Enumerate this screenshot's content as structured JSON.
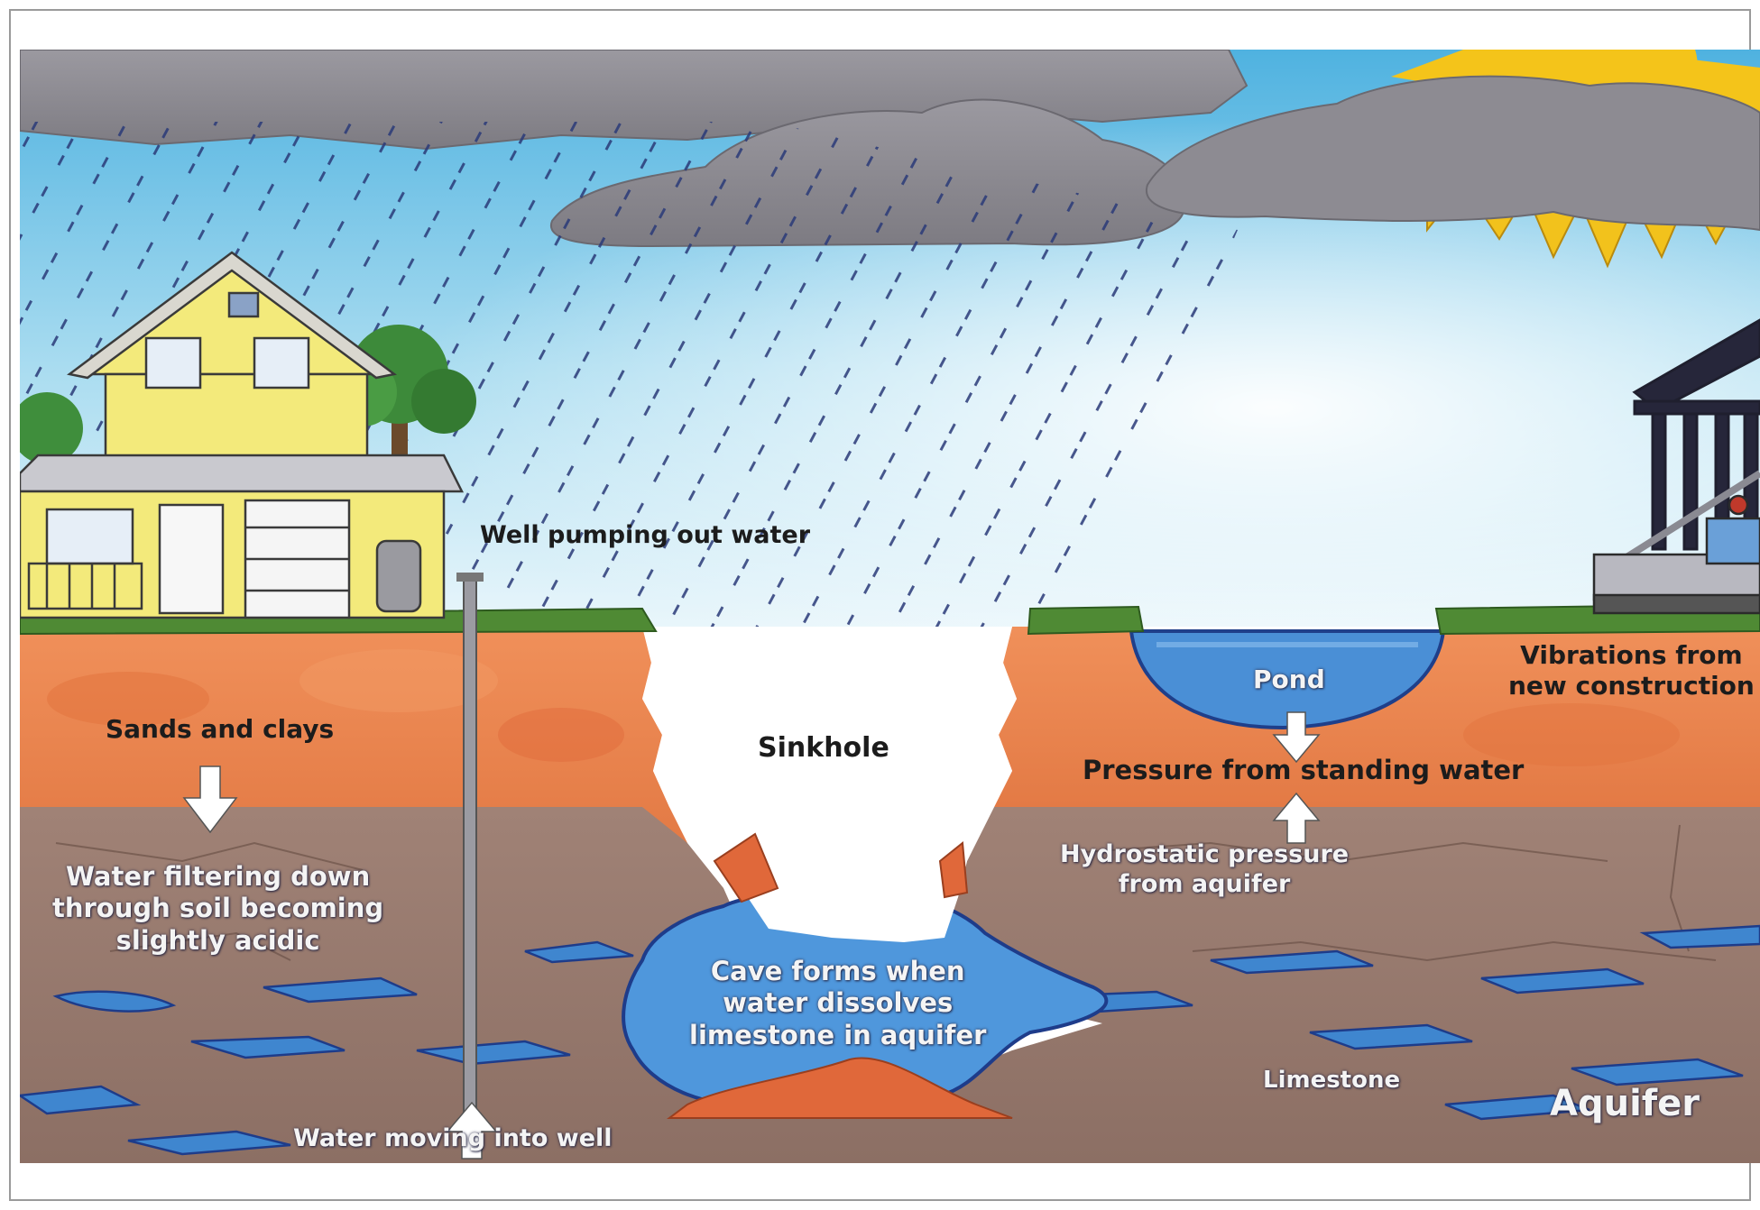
{
  "diagram": {
    "labels": {
      "well_pumping": "Well pumping out water",
      "sands_clays": "Sands and clays",
      "sinkhole": "Sinkhole",
      "pond": "Pond",
      "vibrations_line1": "Vibrations from",
      "vibrations_line2": "new construction",
      "pressure_standing": "Pressure from standing water",
      "hydrostatic_line1": "Hydrostatic pressure",
      "hydrostatic_line2": "from aquifer",
      "filtering_line1": "Water filtering down",
      "filtering_line2": "through soil becoming",
      "filtering_line3": "slightly acidic",
      "cave_line1": "Cave forms when",
      "cave_line2": "water dissolves",
      "cave_line3": "limestone in aquifer",
      "limestone": "Limestone",
      "aquifer": "Aquifer",
      "water_moving": "Water moving into well"
    },
    "icons": [
      "house-icon",
      "tree-icon",
      "sun-icon",
      "cloud-icon",
      "rain-icon",
      "well-pipe-icon",
      "construction-building-icon",
      "construction-vehicle-icon",
      "arrow-down-icon",
      "arrow-up-icon"
    ],
    "colors": {
      "sky": "#6cc3e6",
      "cloud": "#8e8c92",
      "sand_clay": "#e9874f",
      "limestone_rock": "#9c8072",
      "water": "#4a8fd6",
      "grass": "#4f8a34",
      "house": "#f3ea7b",
      "sun": "#f4c41a"
    }
  }
}
